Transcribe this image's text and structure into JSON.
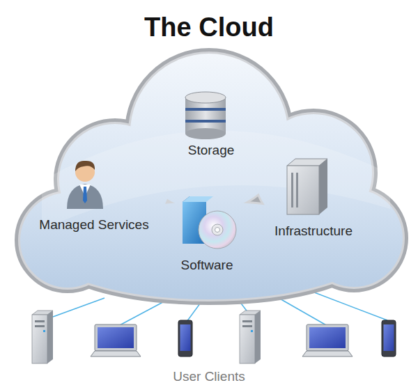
{
  "diagram": {
    "title": "The Cloud",
    "labels": [
      "Storage",
      "Managed Services",
      "Infrastructure",
      "Software",
      "User Clients"
    ]
  }
}
